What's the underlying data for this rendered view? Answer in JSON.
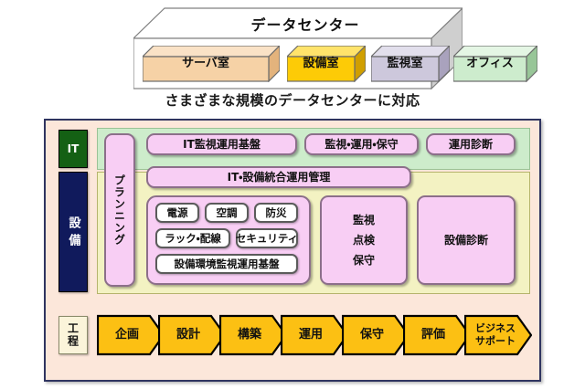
{
  "top": {
    "container_label": "データセンター",
    "rooms": [
      {
        "label": "サーバ室",
        "color": "#f6d2a6"
      },
      {
        "label": "設備室",
        "color": "#fdcb06"
      },
      {
        "label": "監視室",
        "color": "#cdc8dc"
      },
      {
        "label": "オフィス",
        "color": "#cdeccd"
      }
    ],
    "caption": "さまざまな規模のデータセンターに対応"
  },
  "frame": {
    "categories": {
      "it": "IT",
      "facility": "設備",
      "process": "工程"
    },
    "planning": "プランニング",
    "it_row": [
      {
        "label": "IT監視運用基盤"
      },
      {
        "label": "監視・運用・保守"
      },
      {
        "label": "運用診断"
      }
    ],
    "integrated": "IT・設備統合運用管理",
    "facility_items": [
      {
        "label": "電源"
      },
      {
        "label": "空調"
      },
      {
        "label": "防災"
      },
      {
        "label": "ラック・配線"
      },
      {
        "label": "セキュリティ"
      },
      {
        "label": "設備環境監視運用基盤"
      }
    ],
    "monitor_box": "監視\n点検\n保守",
    "monitor_box_lines": [
      "監視",
      "点検",
      "保守"
    ],
    "facility_diagnosis": "設備診断",
    "process_steps": [
      {
        "label": "企画"
      },
      {
        "label": "設計"
      },
      {
        "label": "構築"
      },
      {
        "label": "運用"
      },
      {
        "label": "保守"
      },
      {
        "label": "評価"
      },
      {
        "label": "ビジネス\nサポート"
      }
    ]
  },
  "colors": {
    "it_panel": "#cdeccb",
    "facility_panel": "#f3f2c2",
    "frame_bg": "#fce7da",
    "frame_border": "#2f3460",
    "service_box": "#f8cef4",
    "process_chevron": "#fcc013",
    "it_chip": "#146014",
    "facility_chip": "#101a5c",
    "process_chip": "#fbf4da"
  }
}
